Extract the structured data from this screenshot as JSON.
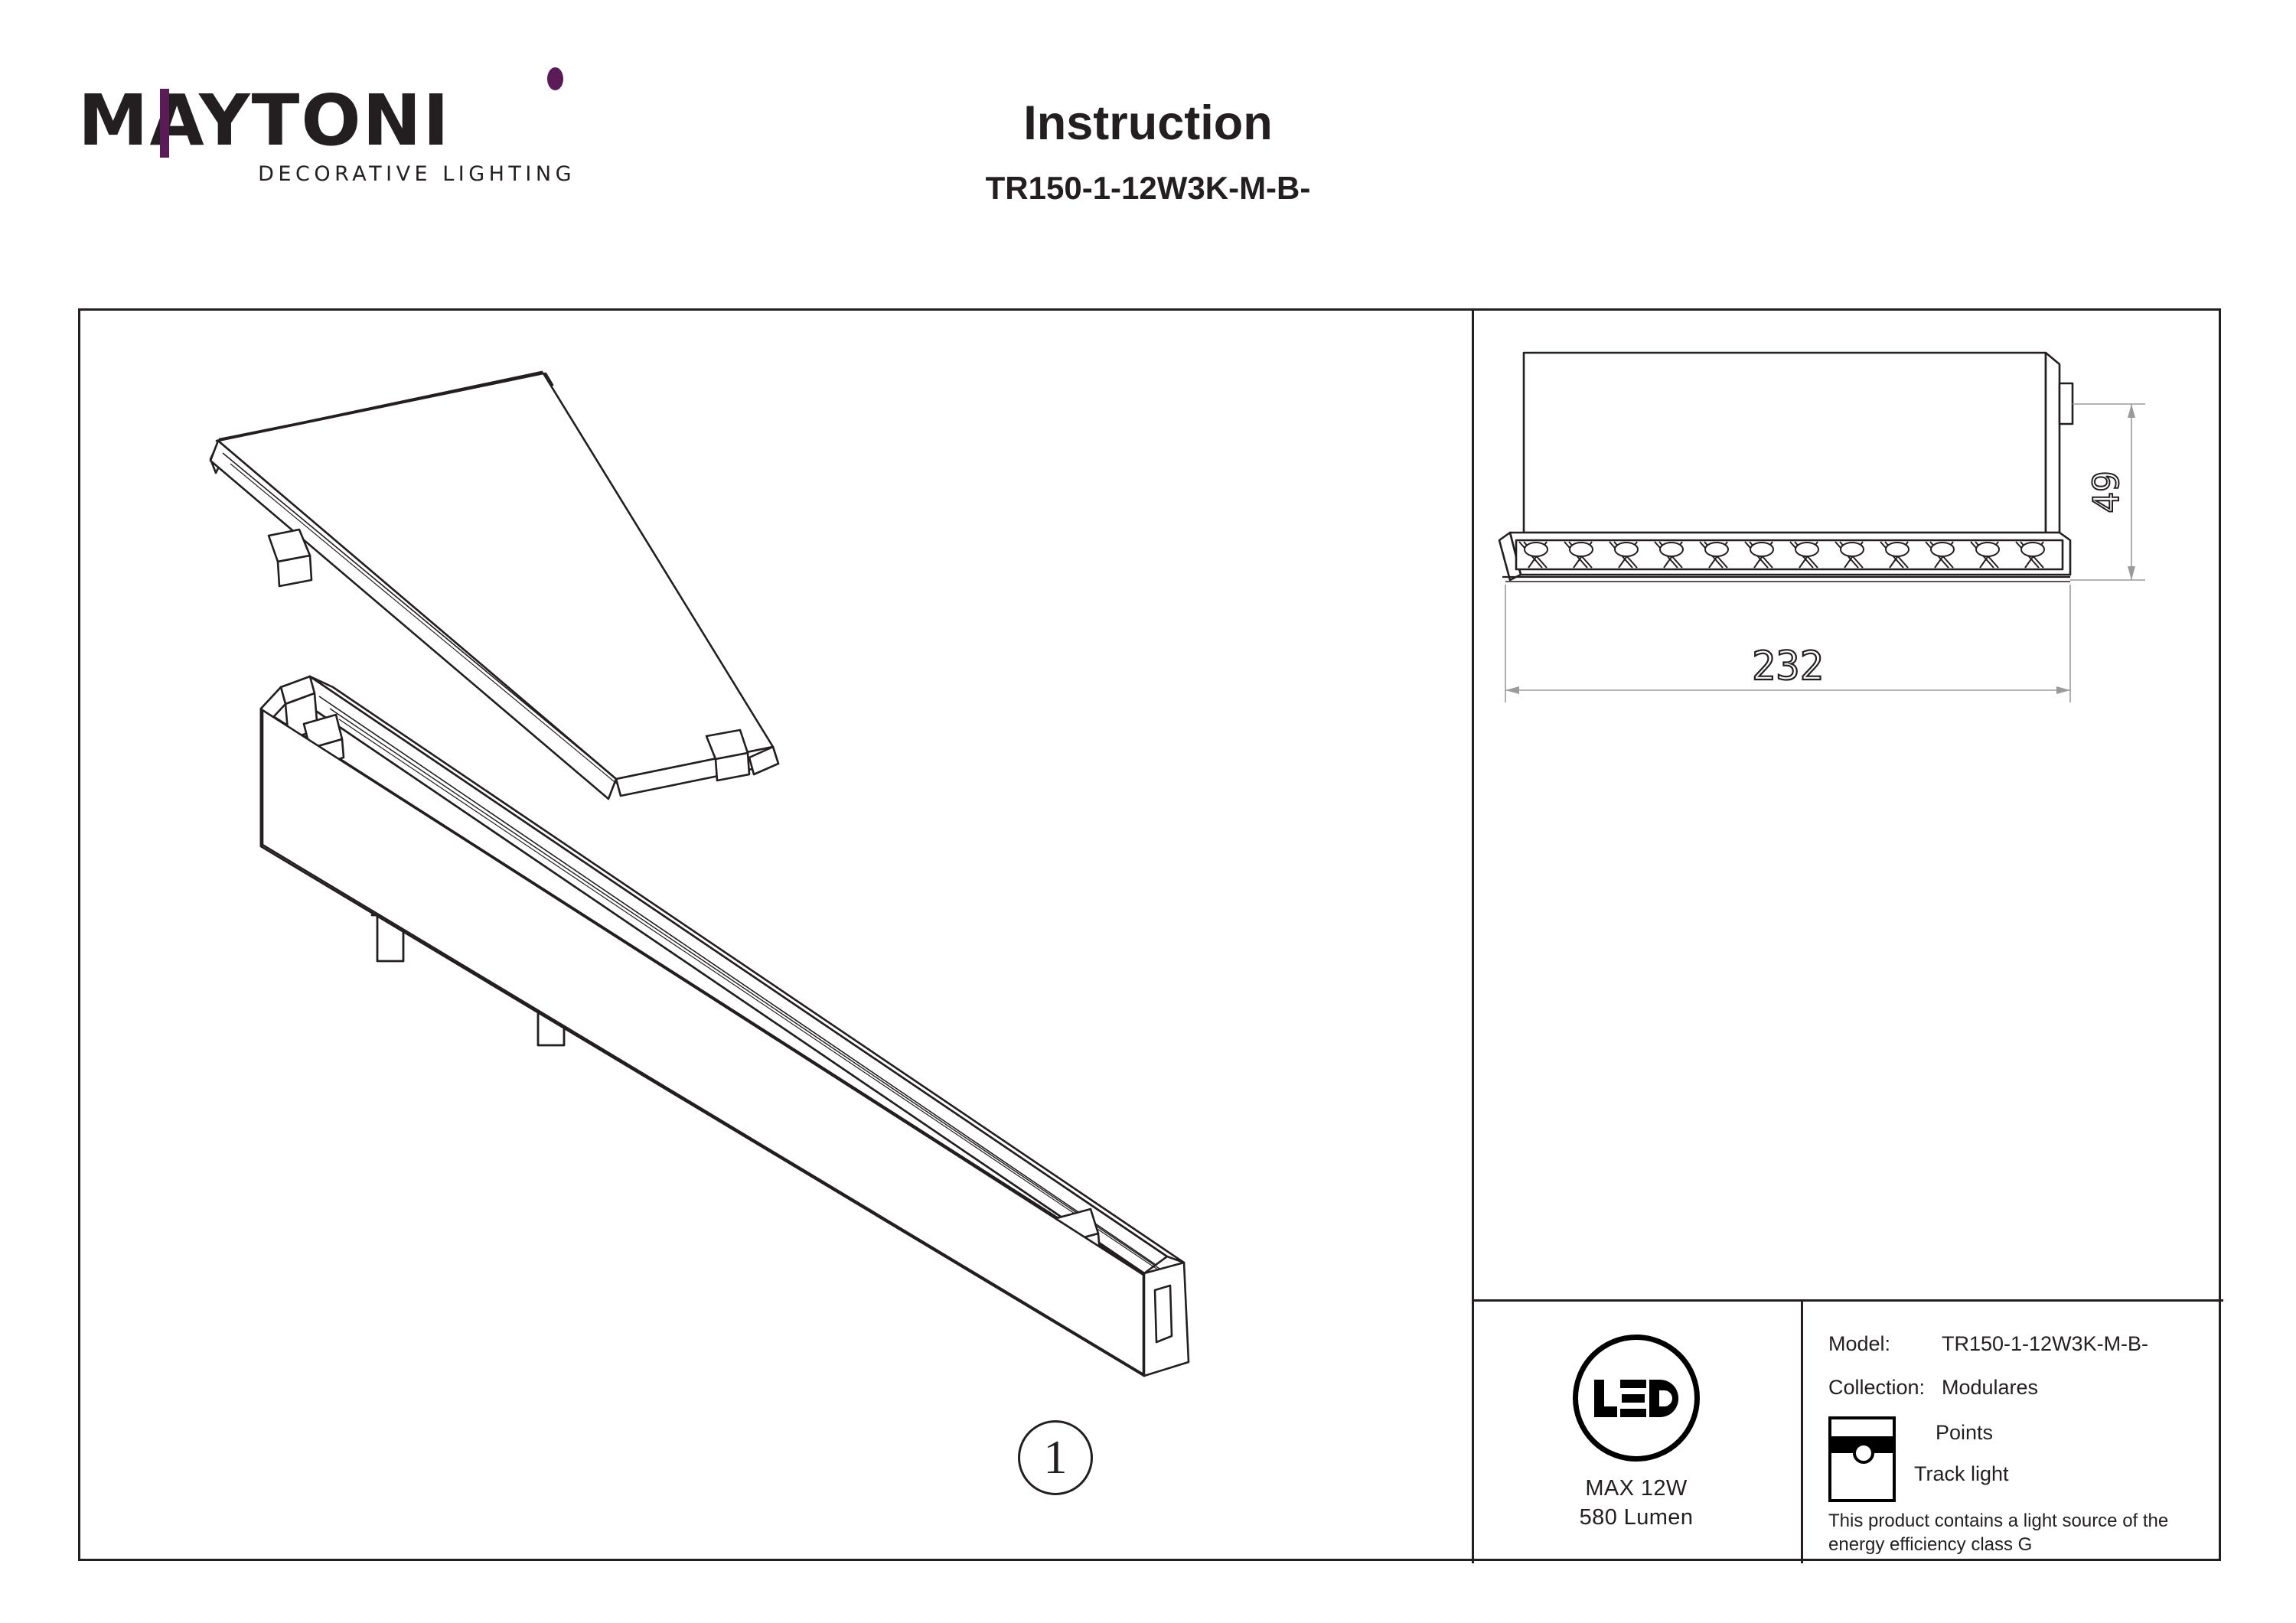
{
  "header": {
    "brand_name": "MAYTONI",
    "brand_tagline": "DECORATIVE LIGHTING",
    "brand_accent_color": "#5b1a58",
    "title": "Instruction",
    "model_code": "TR150-1-12W3K-M-B-"
  },
  "assembly": {
    "step_number": "1",
    "arrow_count": 2,
    "parts": [
      "cover-profile",
      "track-rail-body"
    ]
  },
  "dimensions": {
    "width_label": "232",
    "height_label": "49",
    "unit": "mm"
  },
  "led_badge": {
    "icon_text": "LED",
    "max_power": "MAX 12W",
    "luminous_flux": "580 Lumen"
  },
  "specs": {
    "model_key": "Model:",
    "model_value": "TR150-1-12W3K-M-B-",
    "collection_key": "Collection:",
    "collection_value": "Modulares",
    "mount_label_top": "Points",
    "mount_label_bottom": "Track light",
    "energy_note": "This product contains a light source of the energy efficiency class G"
  }
}
